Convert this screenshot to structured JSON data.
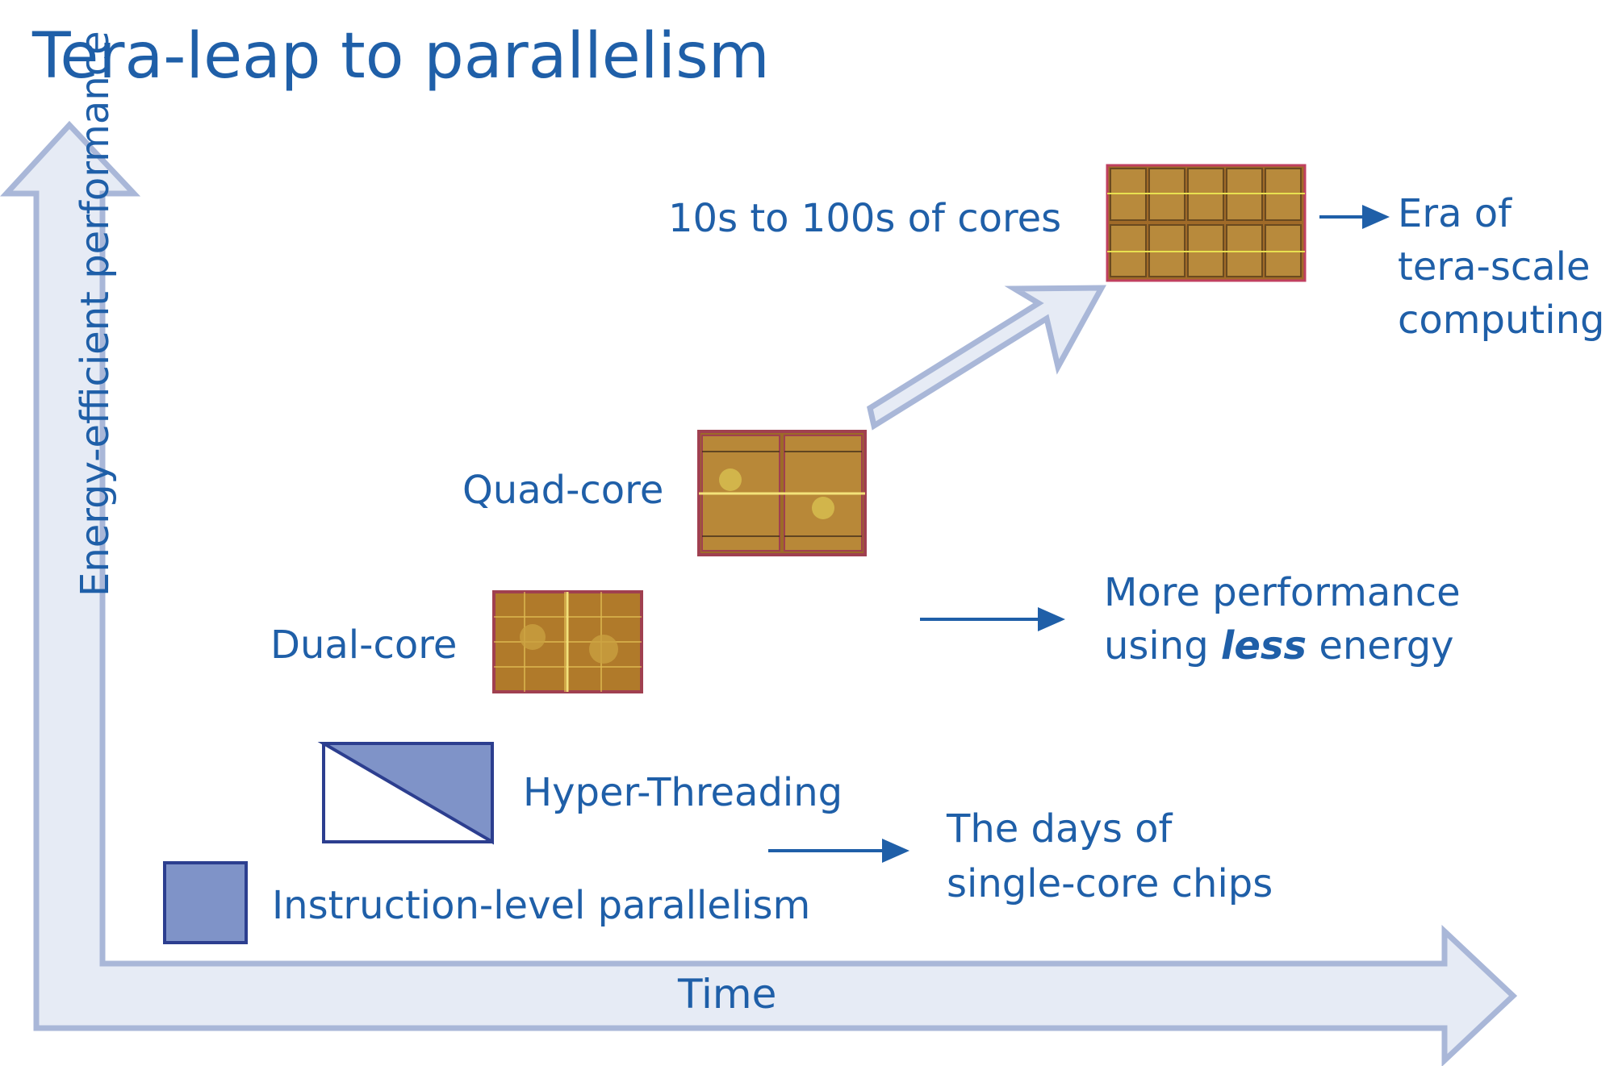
{
  "title": "Tera-leap to parallelism",
  "axes": {
    "x_label": "Time",
    "y_label": "Energy-efficient performance"
  },
  "stages": [
    {
      "name": "instruction-level-parallelism",
      "label": "Instruction-level parallelism",
      "icon": "filled-square-icon"
    },
    {
      "name": "hyper-threading",
      "label": "Hyper-Threading",
      "icon": "split-square-icon"
    },
    {
      "name": "dual-core",
      "label": "Dual-core",
      "icon": "dual-core-die-icon"
    },
    {
      "name": "quad-core",
      "label": "Quad-core",
      "icon": "quad-core-die-icon"
    },
    {
      "name": "many-core",
      "label": "10s to 100s of cores",
      "icon": "many-core-die-icon"
    }
  ],
  "notes": {
    "single_core_line1": "The days of",
    "single_core_line2": "single-core chips",
    "more_perf_line1": "More performance",
    "more_perf_line2_pre": "using ",
    "more_perf_line2_em": "less",
    "more_perf_line2_post": " energy",
    "era_line1": "Era of",
    "era_line2": "tera-scale",
    "era_line3": "computing"
  },
  "colors": {
    "text_blue": "#1f5fa8",
    "arrow_fill": "#e6ebf5",
    "arrow_stroke": "#a9b7d8",
    "icon_fill": "#7f93c8",
    "icon_stroke": "#2c3e8f",
    "die_base": "#b07a2a",
    "die_border": "#a04050"
  }
}
